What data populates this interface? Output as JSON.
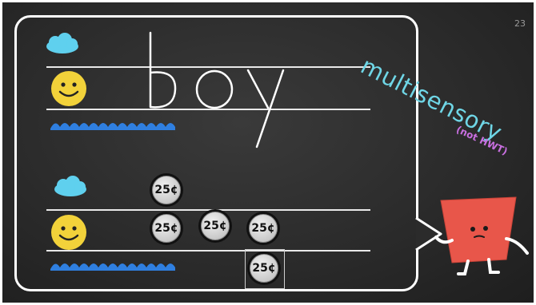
{
  "slide": {
    "page_number": "23",
    "side_title": "multisensory",
    "side_note": "(not HWT)"
  },
  "coins": {
    "label": "25¢"
  },
  "icons": {
    "top_sky": "cloud-icon",
    "middle": "smiley-icon",
    "bottom": "waves-icon",
    "character": "red-block-mascot"
  },
  "colors": {
    "title": "#6fd6e6",
    "note": "#c86fe0",
    "cloud": "#5fd0ee",
    "smiley": "#f2d23a",
    "waves": "#2f7fe0",
    "mascot": "#e8564a"
  },
  "word": "boy"
}
